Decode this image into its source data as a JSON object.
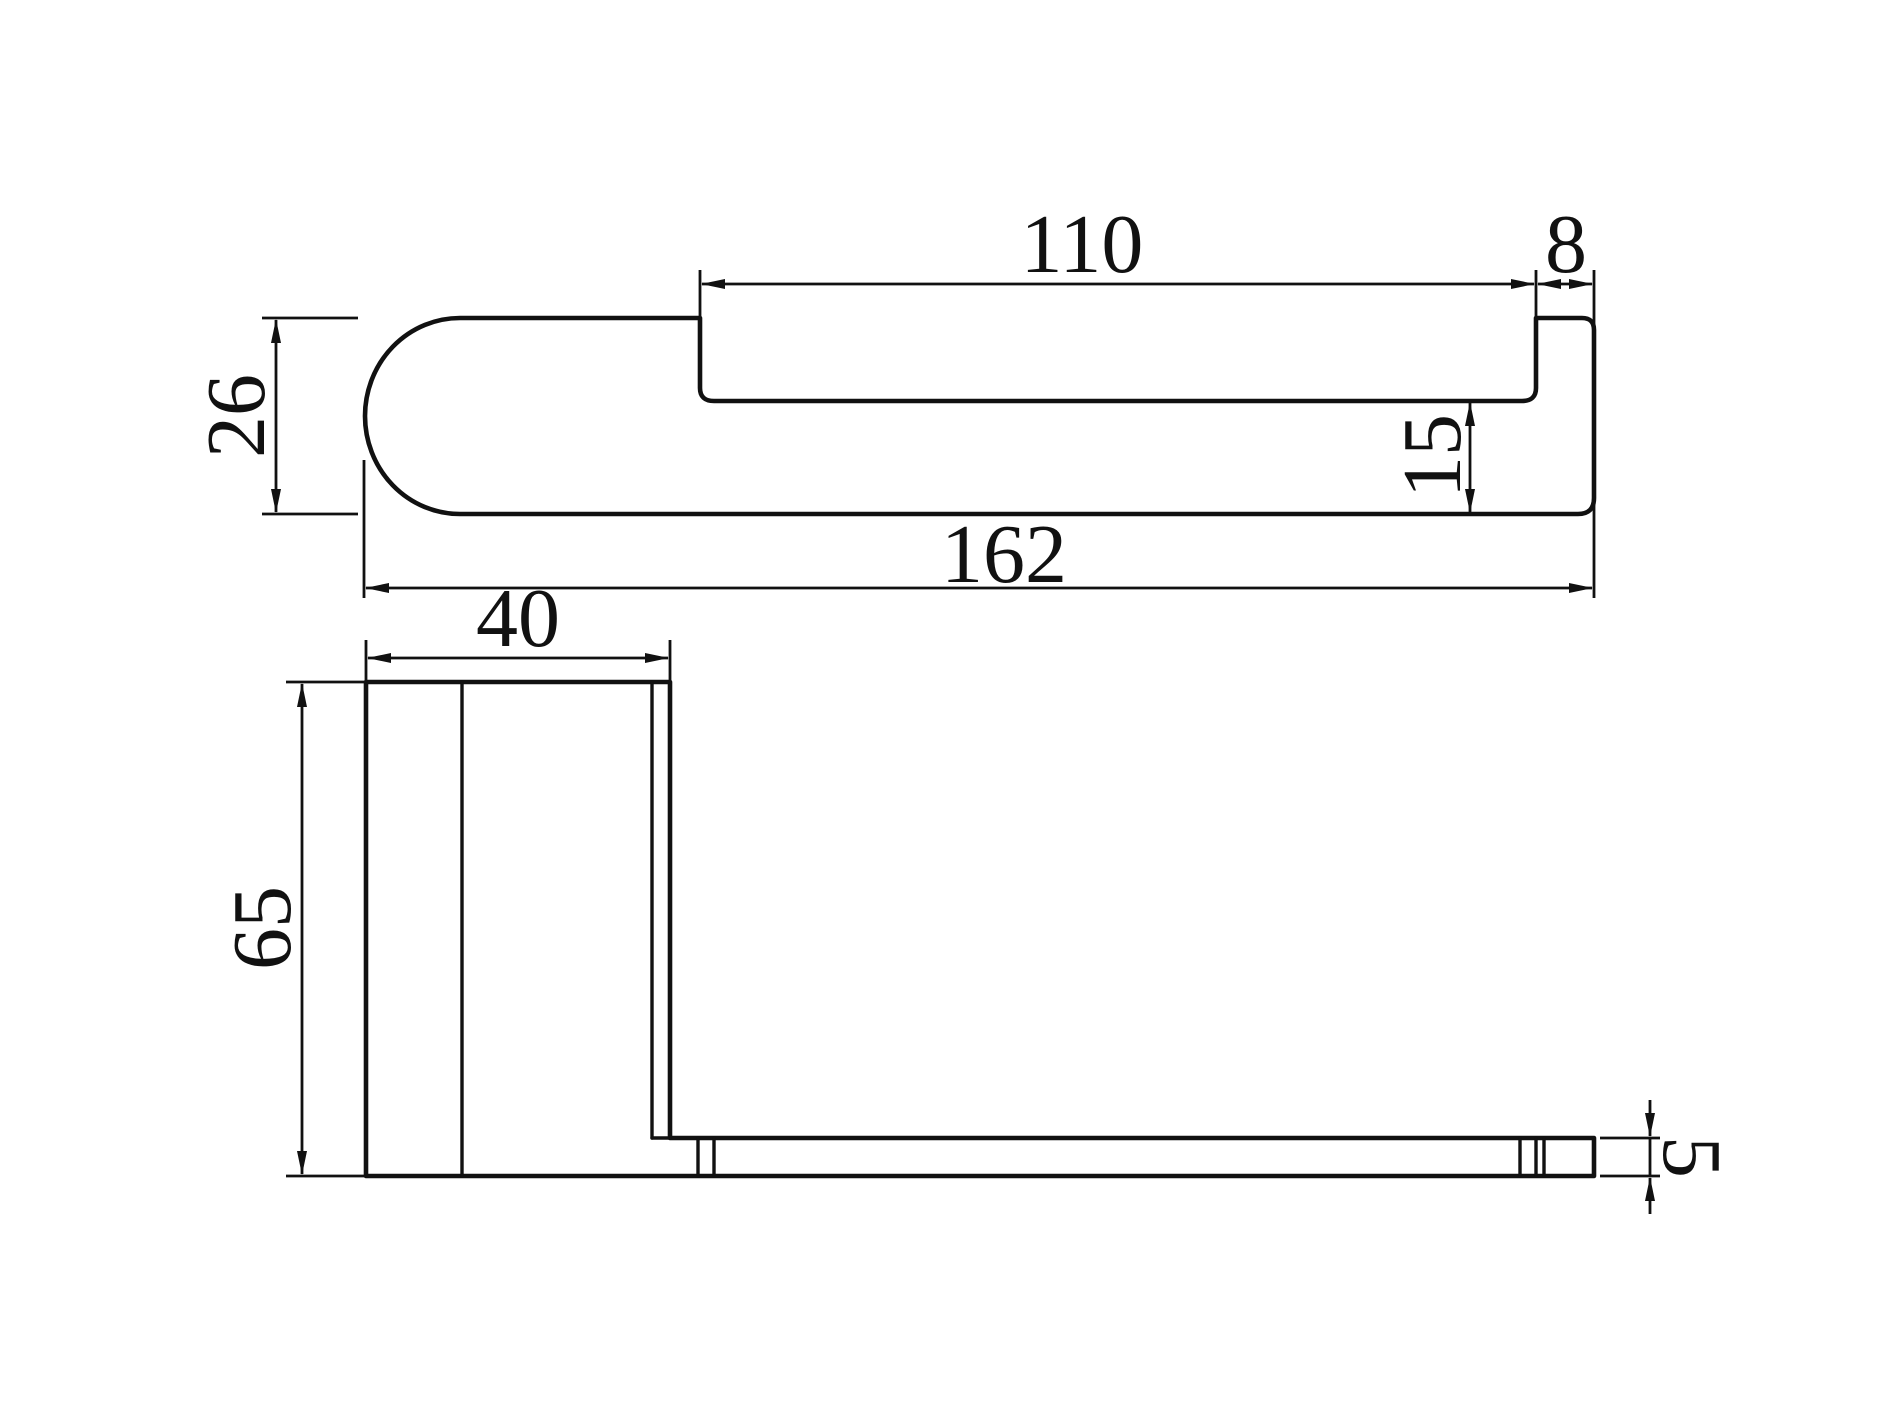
{
  "drawing": {
    "dimensions": {
      "total_length": "162",
      "slot_length": "110",
      "tip_width": "8",
      "top_height": "26",
      "slot_depth": "15",
      "base_width": "40",
      "side_height": "65",
      "arm_thickness": "5"
    },
    "line_color": "#111111",
    "background": "#ffffff"
  }
}
